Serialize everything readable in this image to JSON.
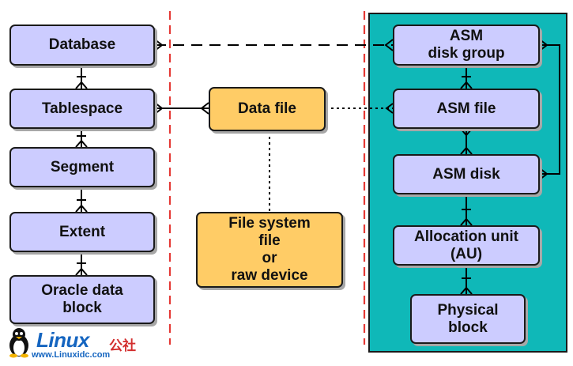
{
  "logical": {
    "database": "Database",
    "tablespace": "Tablespace",
    "segment": "Segment",
    "extent": "Extent",
    "block": "Oracle data\nblock"
  },
  "file": {
    "datafile": "Data file",
    "fs": "File system\nfile\nor\nraw device"
  },
  "asm": {
    "diskgroup": "ASM\ndisk group",
    "file": "ASM file",
    "disk": "ASM disk",
    "au": "Allocation unit\n(AU)",
    "physical": "Physical\nblock"
  },
  "colors": {
    "logical_fill": "#ccccff",
    "file_fill": "#ffcc66",
    "asm_panel": "#0fb8b8",
    "divider": "#e53935"
  },
  "watermark": {
    "word": "Linux",
    "cn": "公社",
    "url": "www.Linuxidc.com"
  }
}
